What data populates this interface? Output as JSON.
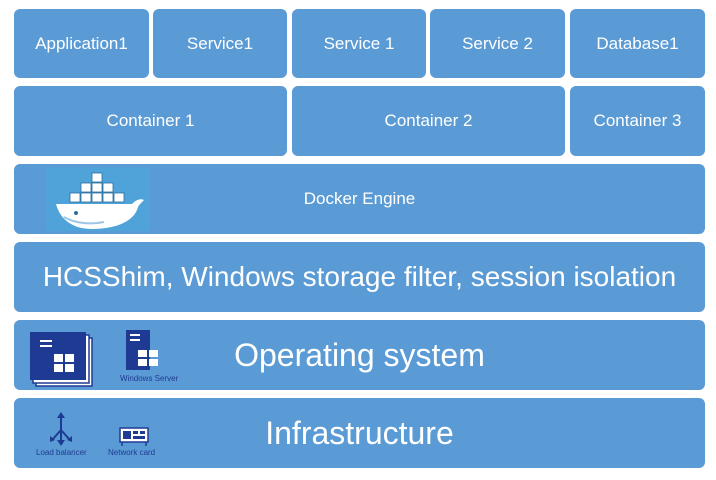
{
  "row1": [
    "Application1",
    "Service1",
    "Service 1",
    "Service 2",
    "Database1"
  ],
  "row2": [
    "Container 1",
    "Container 2",
    "Container 3"
  ],
  "docker_engine": {
    "label": "Docker Engine",
    "icon": "docker-whale-icon"
  },
  "hcs_layer": {
    "label": "HCSShim, Windows storage filter, session isolation"
  },
  "os_layer": {
    "label": "Operating system",
    "icon_caption": "Windows Server"
  },
  "infra_layer": {
    "label": "Infrastructure",
    "lb_caption": "Load balancer",
    "nic_caption": "Network card"
  },
  "colors": {
    "box": "#5b9bd5",
    "text": "#ffffff",
    "docker_bg": "#4fa3d8",
    "icon_blue": "#1f3a93"
  }
}
